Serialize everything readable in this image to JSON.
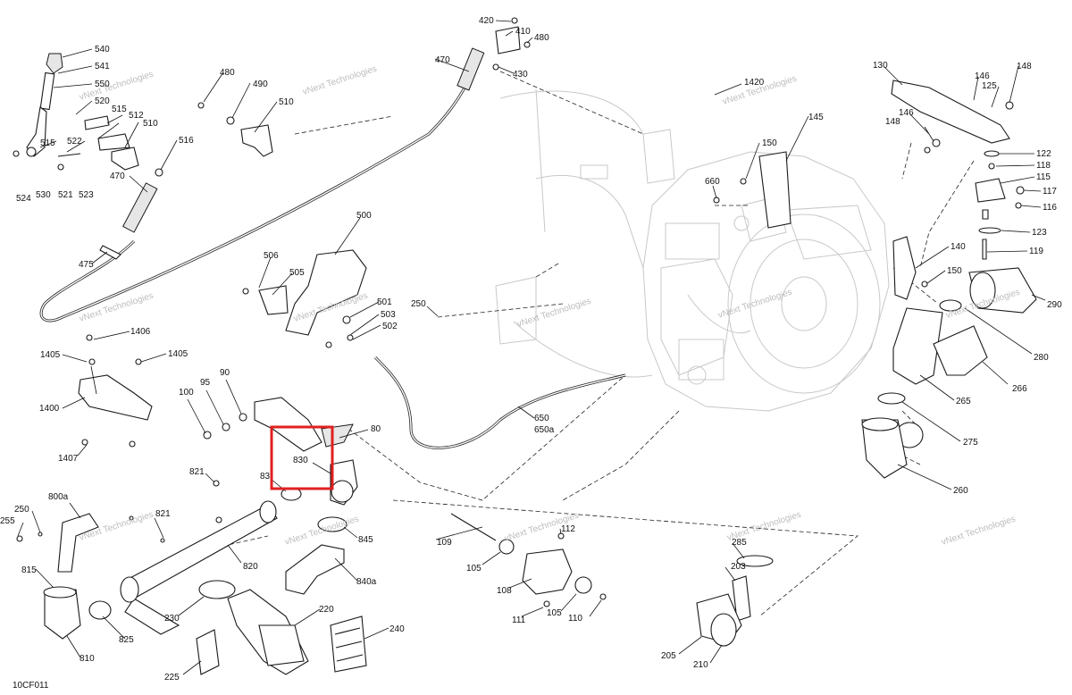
{
  "diagram_code": "10CF011",
  "watermark": "vNext Technologies",
  "highlight_color": "#e02020",
  "callouts": [
    "540",
    "541",
    "550",
    "520",
    "515",
    "512",
    "510",
    "516",
    "515",
    "522",
    "524",
    "530",
    "521",
    "523",
    "470",
    "475",
    "480",
    "490",
    "510",
    "420",
    "410",
    "480",
    "470",
    "430",
    "1420",
    "145",
    "130",
    "148",
    "125",
    "146",
    "148",
    "146",
    "122",
    "118",
    "115",
    "117",
    "116",
    "123",
    "119",
    "290",
    "140",
    "150",
    "660",
    "150",
    "280",
    "266",
    "265",
    "275",
    "260",
    "500",
    "506",
    "505",
    "501",
    "503",
    "502",
    "250",
    "1405",
    "1406",
    "1405",
    "1400",
    "1407",
    "100",
    "95",
    "90",
    "80",
    "830",
    "83",
    "821",
    "800a",
    "250",
    "255",
    "821",
    "815",
    "820",
    "845",
    "840a",
    "825",
    "810",
    "230",
    "220",
    "240",
    "225",
    "650",
    "650a",
    "109",
    "112",
    "105",
    "108",
    "105",
    "111",
    "110",
    "285",
    "203",
    "205",
    "210"
  ]
}
